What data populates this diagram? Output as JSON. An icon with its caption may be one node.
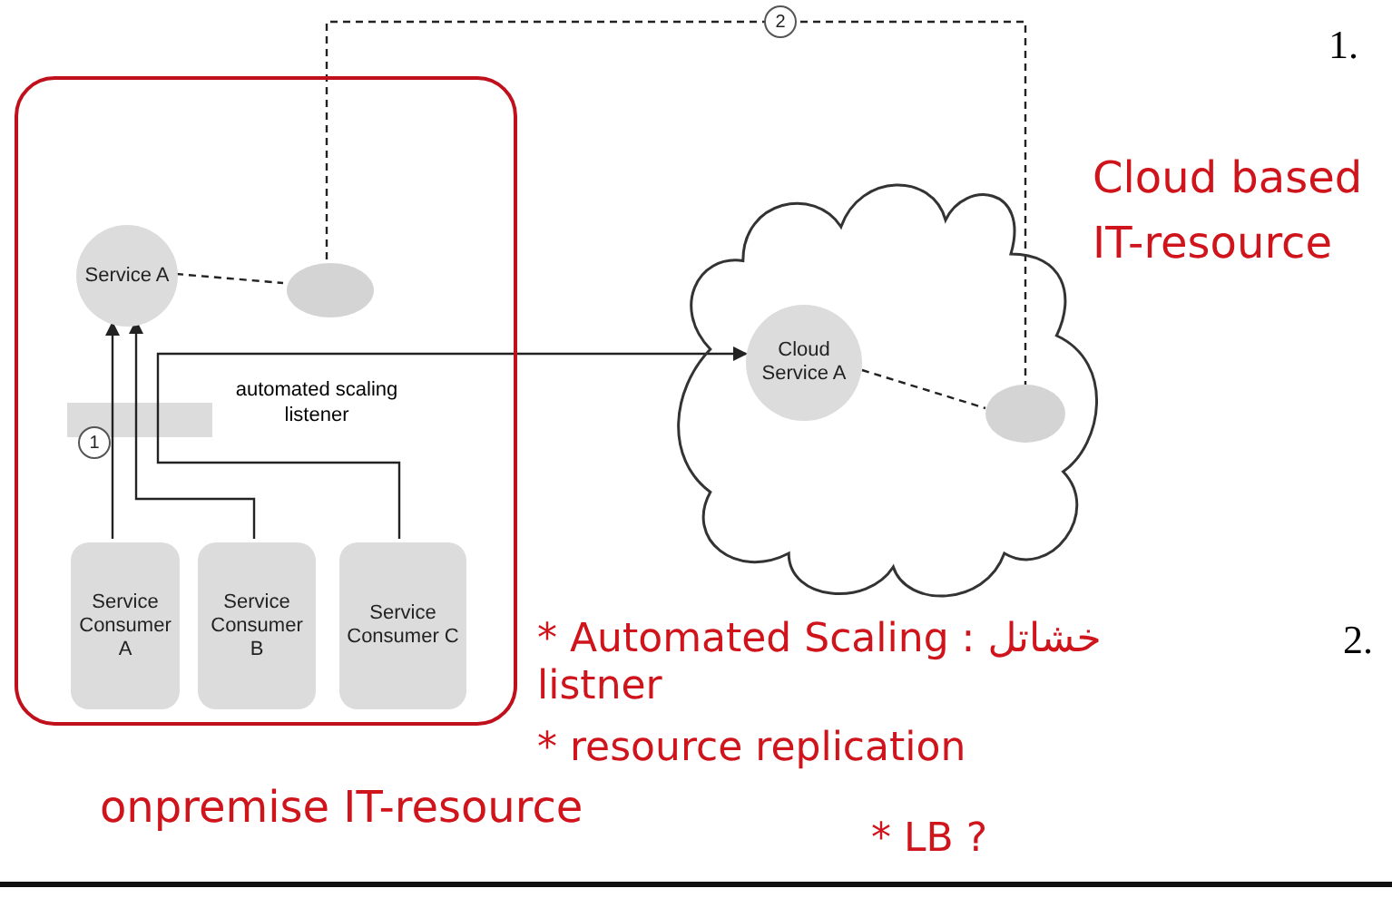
{
  "diagram": {
    "nodes": [
      {
        "text": [
          "onpremise IT-resource"
        ]
      },
      {
        "text": [
          "Service A"
        ],
        "in": 0
      },
      {
        "text": [],
        "shape": "circle",
        "in": 0
      },
      {
        "text": [
          "automated scaling listener"
        ],
        "in": 0
      },
      {
        "text": [
          "Service Consumer A"
        ],
        "in": 0
      },
      {
        "text": [
          "Service Consumer B"
        ],
        "in": 0
      },
      {
        "text": [
          "Service Consumer C"
        ],
        "in": 0
      },
      {
        "text": [
          "Cloud based IT-resource"
        ]
      },
      {
        "text": [
          "Cloud Service A"
        ],
        "in": 7
      },
      {
        "text": [],
        "shape": "circle",
        "in": 7
      }
    ],
    "edges": [
      {
        "from": 4,
        "to": 1,
        "arrow": "to"
      },
      {
        "from": 5,
        "to": 1,
        "arrow": "to"
      },
      {
        "from": 6,
        "to": 8,
        "arrow": "to"
      },
      {
        "from": 1,
        "to": 2,
        "arrow": "none",
        "style": "dashed"
      },
      {
        "from": 8,
        "to": 9,
        "arrow": "none",
        "style": "dashed"
      },
      {
        "from": 2,
        "to": 9,
        "arrow": "none",
        "style": "dashed",
        "label": "2"
      }
    ],
    "labels": [
      "1.",
      "1",
      "* Automated Scaling : خشاتل listner",
      "2.",
      "* resource replication",
      "* LB ?"
    ]
  }
}
